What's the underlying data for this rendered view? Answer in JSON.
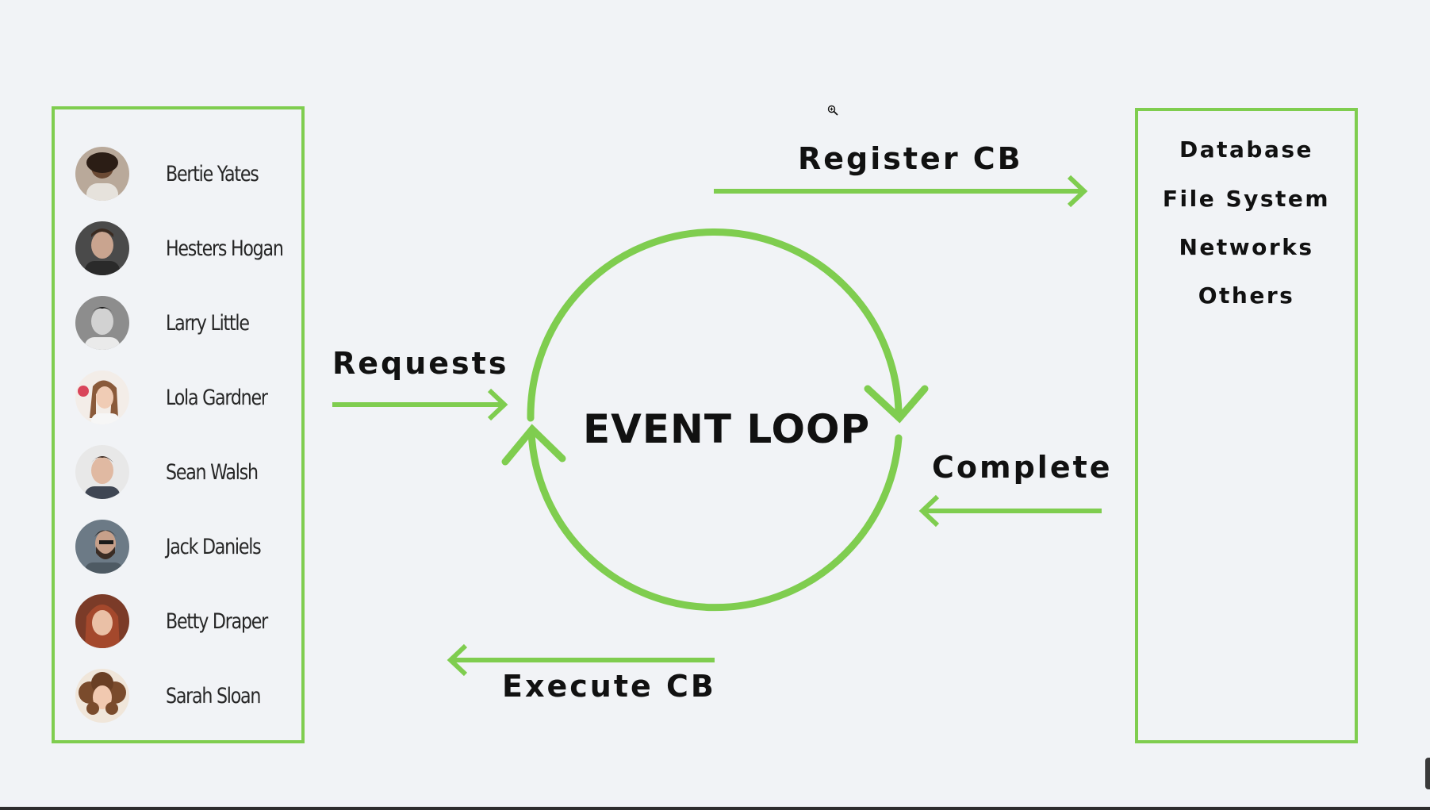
{
  "clients": [
    {
      "name": "Bertie Yates",
      "avatar": "avatar-bertie-yates"
    },
    {
      "name": "Hesters Hogan",
      "avatar": "avatar-hesters-hogan"
    },
    {
      "name": "Larry Little",
      "avatar": "avatar-larry-little"
    },
    {
      "name": "Lola Gardner",
      "avatar": "avatar-lola-gardner"
    },
    {
      "name": "Sean Walsh",
      "avatar": "avatar-sean-walsh"
    },
    {
      "name": "Jack Daniels",
      "avatar": "avatar-jack-daniels"
    },
    {
      "name": "Betty Draper",
      "avatar": "avatar-betty-draper"
    },
    {
      "name": "Sarah Sloan",
      "avatar": "avatar-sarah-sloan"
    }
  ],
  "resources": [
    "Database",
    "File System",
    "Networks",
    "Others"
  ],
  "labels": {
    "requests": "Requests",
    "register": "Register CB",
    "complete": "Complete",
    "execute": "Execute CB",
    "event_loop": "EVENT LOOP"
  },
  "colors": {
    "accent": "#7fcd4f",
    "background": "#f1f3f6",
    "text": "#111111"
  },
  "icons": {
    "cursor": "zoom-in-icon"
  }
}
